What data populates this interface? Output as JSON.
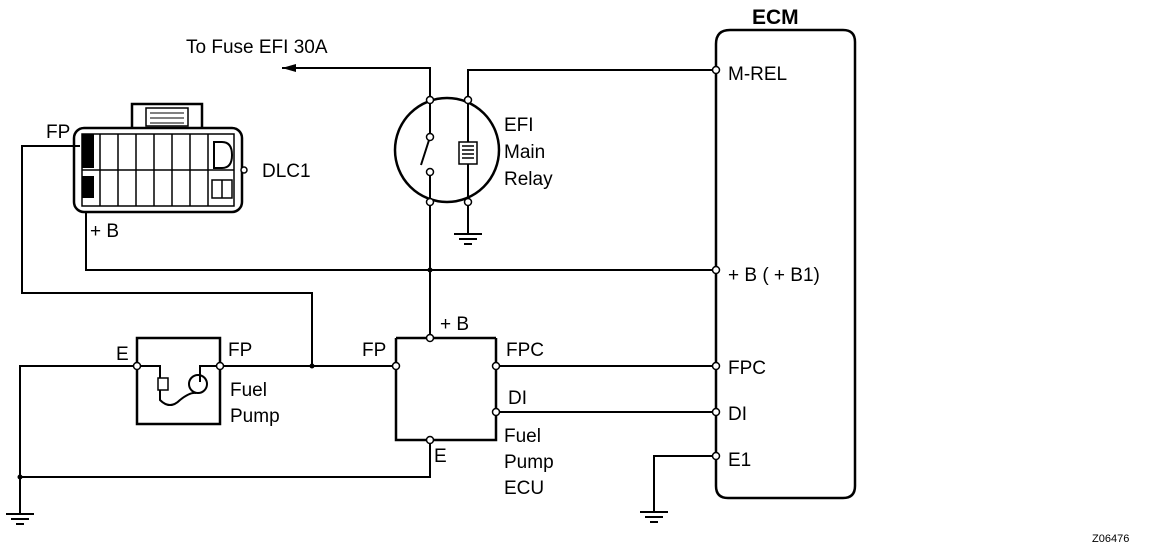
{
  "ecm": {
    "title": "ECM",
    "pins": {
      "m_rel": "M-REL",
      "b": "+ B  ( + B1)",
      "fpc": "FPC",
      "di": "DI",
      "e1": "E1"
    }
  },
  "fuse": {
    "label": "To Fuse EFI 30A"
  },
  "relay": {
    "line1": "EFI",
    "line2": "Main",
    "line3": "Relay"
  },
  "dlc": {
    "name": "DLC1",
    "fp": "FP",
    "b": "+ B"
  },
  "fuel_pump": {
    "line1": "Fuel",
    "line2": "Pump",
    "e": "E",
    "fp": "FP"
  },
  "ecu": {
    "line1": "Fuel",
    "line2": "Pump",
    "line3": "ECU",
    "fp": "FP",
    "b": "+ B",
    "fpc": "FPC",
    "di": "DI",
    "e": "E"
  },
  "figure_code": "Z06476"
}
